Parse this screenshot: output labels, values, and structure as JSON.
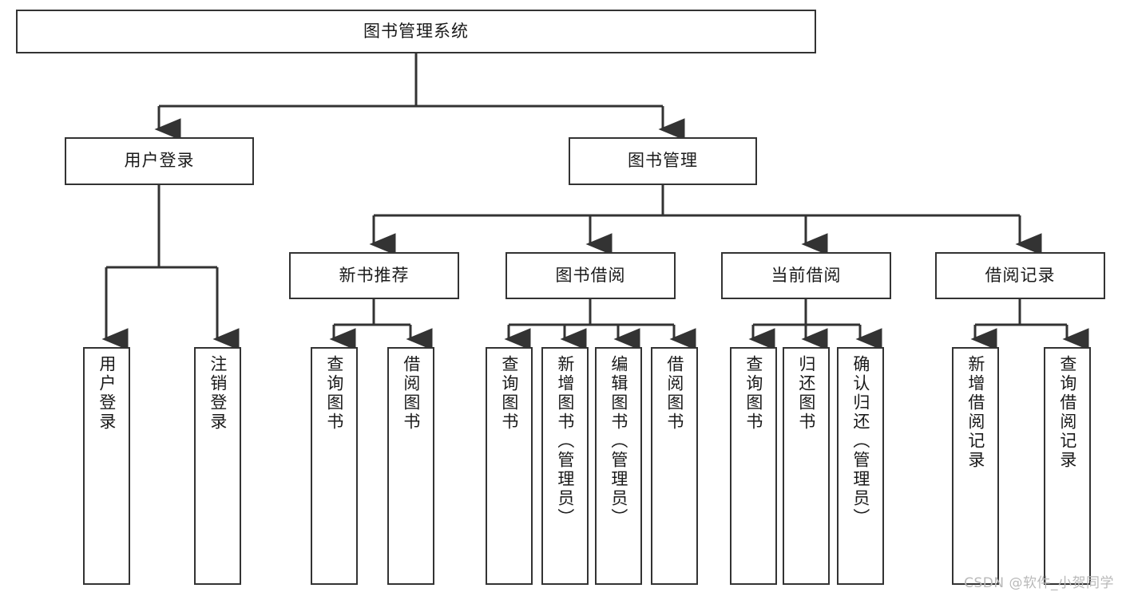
{
  "diagram": {
    "title": "图书管理系统",
    "background_color": "#ffffff",
    "line_color": "#333333",
    "text_color": "#1a1a1a",
    "root": {
      "label": "图书管理系统"
    },
    "level2": [
      {
        "label": "用户登录"
      },
      {
        "label": "图书管理"
      }
    ],
    "level3": [
      {
        "label": "新书推荐"
      },
      {
        "label": "图书借阅"
      },
      {
        "label": "当前借阅"
      },
      {
        "label": "借阅记录"
      }
    ],
    "leaves": {
      "user_login": [
        {
          "label": "用户登录"
        },
        {
          "label": "注销登录"
        }
      ],
      "new_book_recommend": [
        {
          "label": "查询图书"
        },
        {
          "label": "借阅图书"
        }
      ],
      "book_borrow": [
        {
          "label": "查询图书"
        },
        {
          "label": "新增图书（管理员）"
        },
        {
          "label": "编辑图书（管理员）"
        },
        {
          "label": "借阅图书"
        }
      ],
      "current_borrow": [
        {
          "label": "查询图书"
        },
        {
          "label": "归还图书"
        },
        {
          "label": "确认归还（管理员）"
        }
      ],
      "borrow_records": [
        {
          "label": "新增借阅记录"
        },
        {
          "label": "查询借阅记录"
        }
      ]
    }
  },
  "watermark": {
    "text": "CSDN @软件_小贺同学"
  }
}
